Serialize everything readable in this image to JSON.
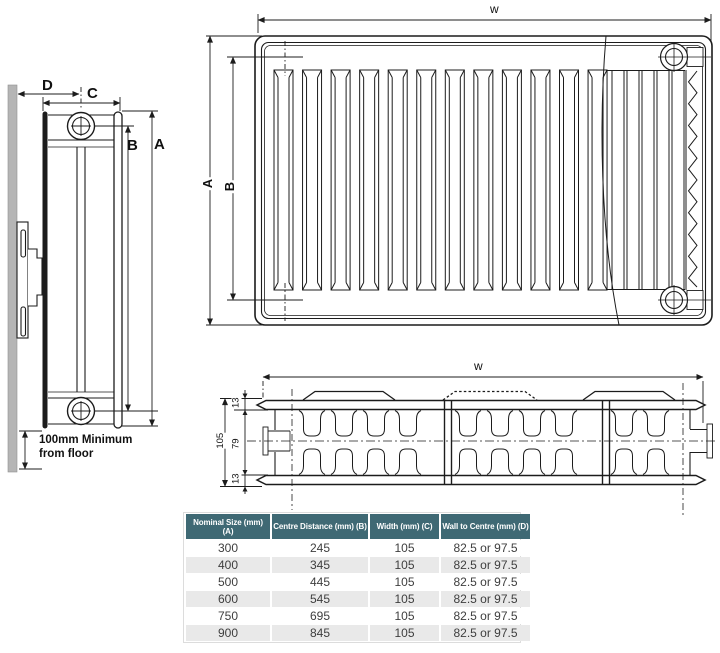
{
  "diagram": {
    "side_view": {
      "dim_d": "D",
      "dim_c": "C",
      "dim_b": "B",
      "dim_a": "A",
      "floor_note_line1": "100mm Minimum",
      "floor_note_line2": "from floor"
    },
    "front_view": {
      "dim_w": "w",
      "dim_a": "A",
      "dim_b": "B"
    },
    "section_view": {
      "dim_w": "w",
      "thickness_top": "13",
      "fin_depth": "79",
      "thickness_bottom": "13",
      "total_depth": "105"
    }
  },
  "table": {
    "headers": [
      "Nominal Size  (mm) (A)",
      "Centre Distance (mm) (B)",
      "Width (mm) (C)",
      "Wall to Centre (mm) (D)"
    ],
    "rows": [
      [
        "300",
        "245",
        "105",
        "82.5 or 97.5"
      ],
      [
        "400",
        "345",
        "105",
        "82.5 or 97.5"
      ],
      [
        "500",
        "445",
        "105",
        "82.5 or 97.5"
      ],
      [
        "600",
        "545",
        "105",
        "82.5 or 97.5"
      ],
      [
        "750",
        "695",
        "105",
        "82.5 or 97.5"
      ],
      [
        "900",
        "845",
        "105",
        "82.5 or 97.5"
      ]
    ],
    "colors": {
      "header_bg": "#3f6974",
      "row_alt_bg": "#e9e9e9",
      "line_color": "#1c1c1c"
    }
  }
}
